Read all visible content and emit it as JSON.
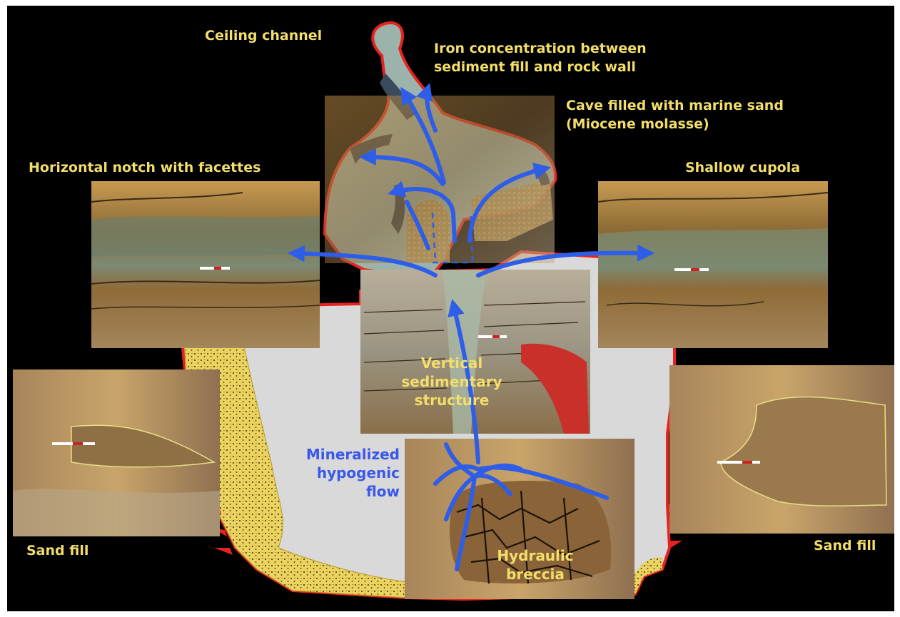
{
  "labels": {
    "ceiling_channel": "Ceiling channel",
    "iron_concentration": [
      "Iron concentration between",
      "sediment fill and rock wall"
    ],
    "cave_filled": [
      "Cave filled with marine sand",
      "(Miocene molasse)"
    ],
    "horizontal_notch": "Horizontal notch with facettes",
    "shallow_cupola": "Shallow cupola",
    "vertical_structure": [
      "Vertical",
      "sedimentary",
      "structure"
    ],
    "mineralized_flow": [
      "Mineralized",
      "hypogenic",
      "flow"
    ],
    "hydraulic_breccia": [
      "Hydraulic",
      "breccia"
    ],
    "sand_fill_left": "Sand fill",
    "sand_fill_right": "Sand fill"
  },
  "colors": {
    "background": "#000000",
    "label_yellow": "#f2de6a",
    "flow_blue": "#2e5de8",
    "cave_outline_red": "#e8231f",
    "sand_fill": "#e9d35c",
    "cave_interior": "#d8d8d8"
  }
}
